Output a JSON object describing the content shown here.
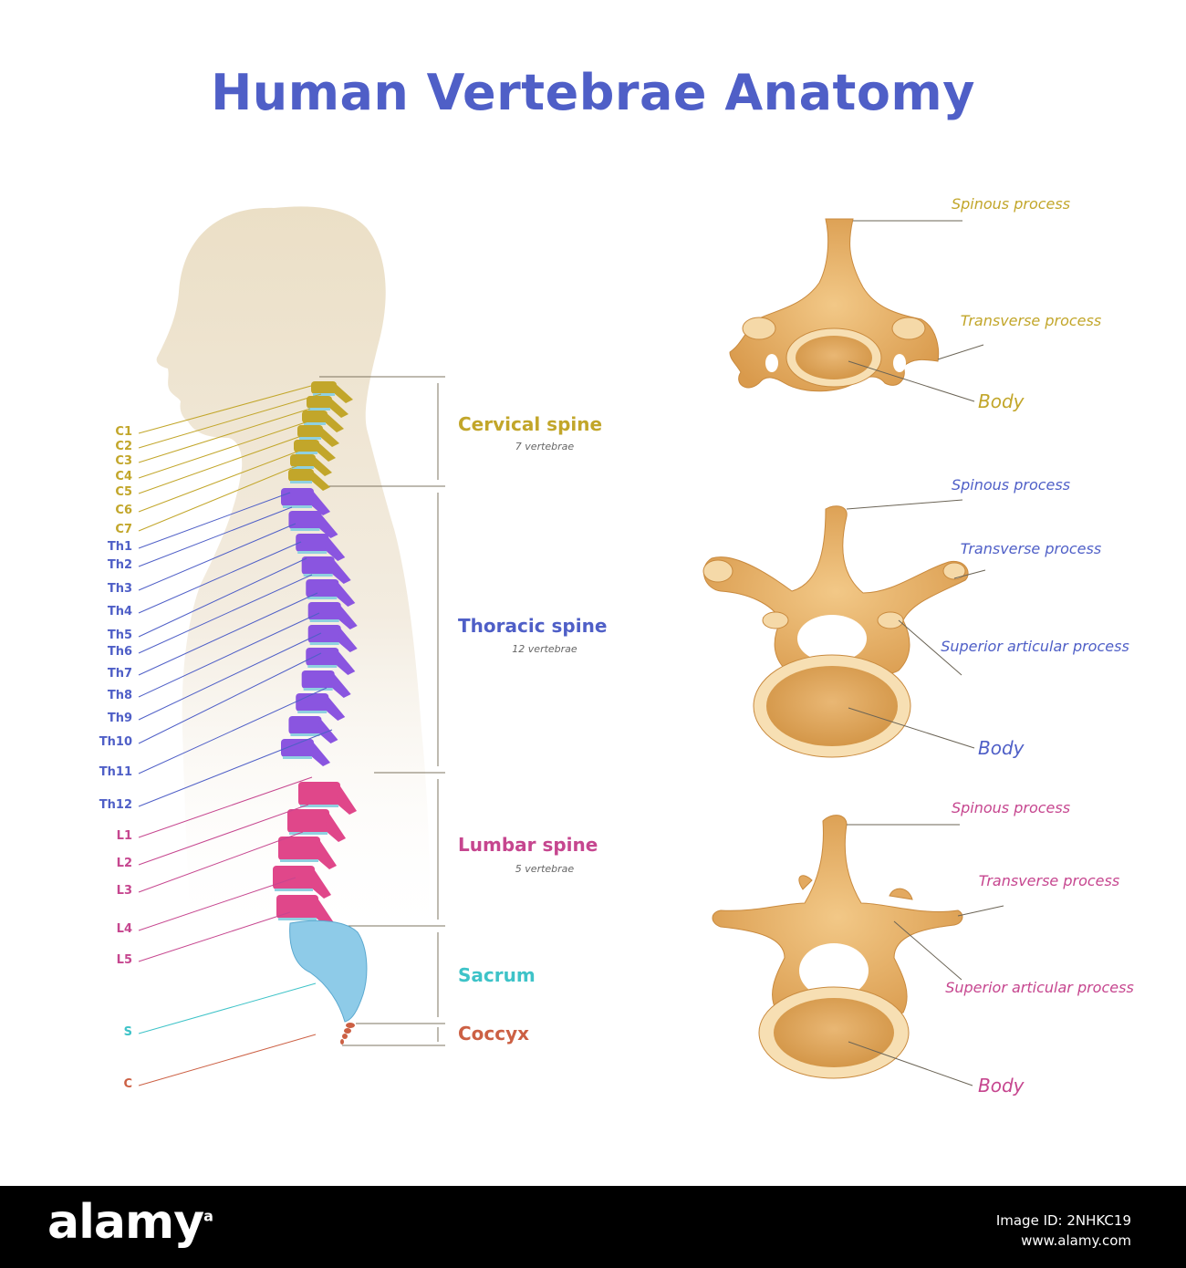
{
  "title": "Human Vertebrae Anatomy",
  "colors": {
    "title": "#4f5fc7",
    "cervical": "#c2a62a",
    "thoracic": "#4f5fc7",
    "lumbar": "#c6468f",
    "sacrum": "#3ec3c8",
    "coccyx": "#cc6044",
    "bone": "#e8b36a",
    "silhouette": "#ede3cf"
  },
  "vertebra_labels": {
    "cervical": [
      "C1",
      "C2",
      "C3",
      "C4",
      "C5",
      "C6",
      "C7"
    ],
    "thoracic": [
      "Th1",
      "Th2",
      "Th3",
      "Th4",
      "Th5",
      "Th6",
      "Th7",
      "Th8",
      "Th9",
      "Th10",
      "Th11",
      "Th12"
    ],
    "lumbar": [
      "L1",
      "L2",
      "L3",
      "L4",
      "L5"
    ],
    "sacrum": "S",
    "coccyx": "C"
  },
  "sections": {
    "cervical": {
      "name": "Cervical spine",
      "count": "7 vertebrae"
    },
    "thoracic": {
      "name": "Thoracic spine",
      "count": "12 vertebrae"
    },
    "lumbar": {
      "name": "Lumbar spine",
      "count": "5 vertebrae"
    },
    "sacrum": {
      "name": "Sacrum"
    },
    "coccyx": {
      "name": "Coccyx"
    }
  },
  "callouts": {
    "cervical": {
      "spinous": "Spinous process",
      "transverse": "Transverse process",
      "body": "Body"
    },
    "thoracic": {
      "spinous": "Spinous process",
      "transverse": "Transverse process",
      "superior": "Superior articular process",
      "body": "Body"
    },
    "lumbar": {
      "spinous": "Spinous process",
      "transverse": "Transverse process",
      "superior": "Superior articular process",
      "body": "Body"
    }
  },
  "footer": {
    "brand": "alamy",
    "image_id": "Image ID: 2NHKC19",
    "site": "www.alamy.com"
  }
}
